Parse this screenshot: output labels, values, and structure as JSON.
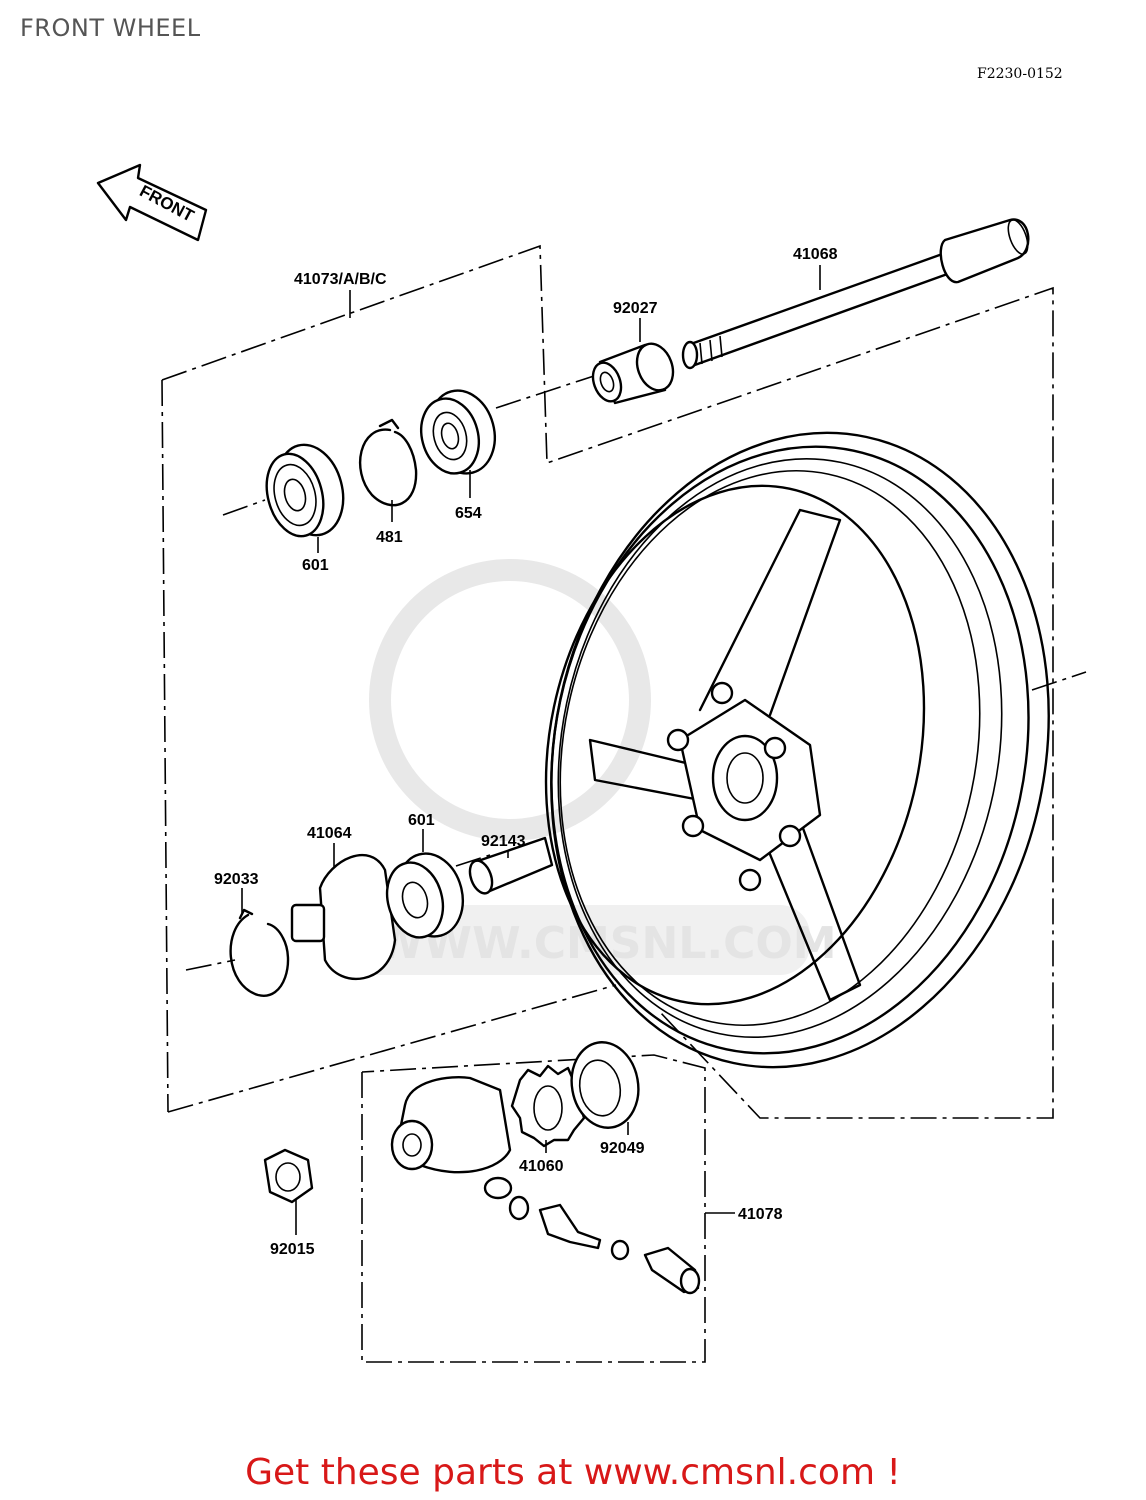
{
  "header": {
    "title": "FRONT WHEEL",
    "diagram_code": "F2230-0152"
  },
  "arrow": {
    "label": "FRONT"
  },
  "watermark": {
    "text": "WWW.CMSNL.COM"
  },
  "parts": [
    {
      "id": "41073/A/B/C"
    },
    {
      "id": "41068"
    },
    {
      "id": "92027"
    },
    {
      "id": "654"
    },
    {
      "id": "481"
    },
    {
      "id": "601"
    },
    {
      "id": "41064"
    },
    {
      "id": "601"
    },
    {
      "id": "92143"
    },
    {
      "id": "92033"
    },
    {
      "id": "92049"
    },
    {
      "id": "41060"
    },
    {
      "id": "41078"
    },
    {
      "id": "92015"
    }
  ],
  "footer": {
    "text": "Get these parts at www.cmsnl.com !"
  },
  "colors": {
    "footer": "#d81818",
    "title": "#555555",
    "watermark": "#e4e4e4"
  }
}
